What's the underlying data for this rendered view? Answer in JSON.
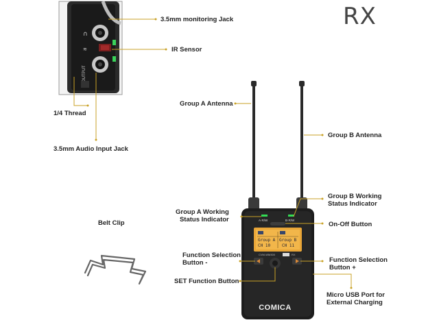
{
  "title": "RX",
  "labels": {
    "monitoring_jack": "3.5mm monitoring Jack",
    "ir_sensor": "IR Sensor",
    "thread": "1/4 Thread",
    "audio_input_jack": "3.5mm Audio Input Jack",
    "group_a_antenna": "Group A Antenna",
    "group_b_antenna": "Group B Antenna",
    "group_b_status": "Group B Working\nStatus Indicator",
    "group_a_status": "Group A Working\nStatus Indicator",
    "on_off_button": "On-Off Button",
    "belt_clip": "Belt Clip",
    "function_minus": "Function Selection\nButton -",
    "function_plus": "Function Selection\nButton +",
    "set_button": "SET Function Button",
    "usb_port": "Micro USB Port for\nExternal Charging"
  },
  "device": {
    "brand": "COMICA",
    "side_output_label": "OUTPUT",
    "antenna_a_mark": "A·R/W",
    "antenna_b_mark": "B·R/W",
    "lcd_group_a": "Group A",
    "lcd_group_b": "Group B",
    "lcd_ch_a": "CH 10",
    "lcd_ch_b": "CH 11",
    "model_tag": "CVM-WM300",
    "model_suffix": "RX"
  },
  "colors": {
    "leader_line": "#c9a227",
    "device_body": "#1d1d1d",
    "lcd": "#f2b64a",
    "led": "#33dd55"
  }
}
